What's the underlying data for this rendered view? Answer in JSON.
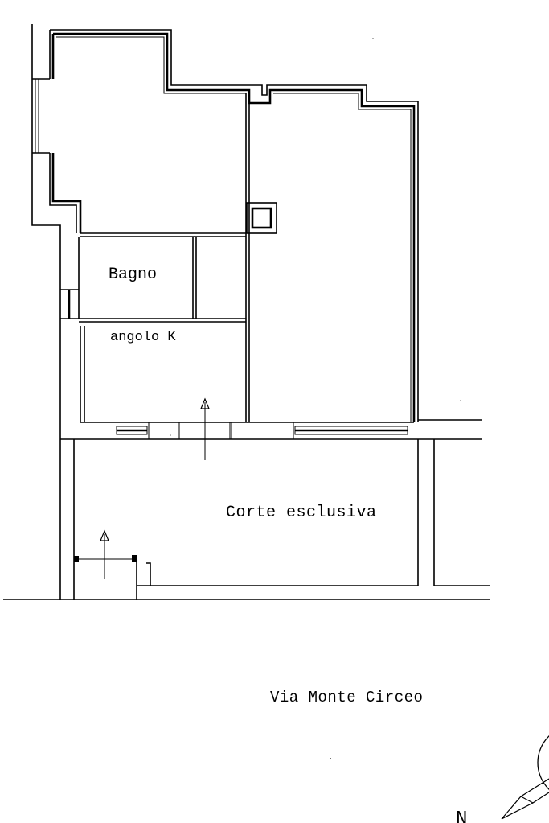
{
  "rooms": {
    "bathroom": "Bagno",
    "kitchen_corner": "angolo K",
    "private_courtyard": "Corte esclusiva"
  },
  "street": "Via Monte Circeo",
  "compass": {
    "north_letter": "N"
  },
  "colors": {
    "line": "#000000",
    "background": "#ffffff"
  }
}
